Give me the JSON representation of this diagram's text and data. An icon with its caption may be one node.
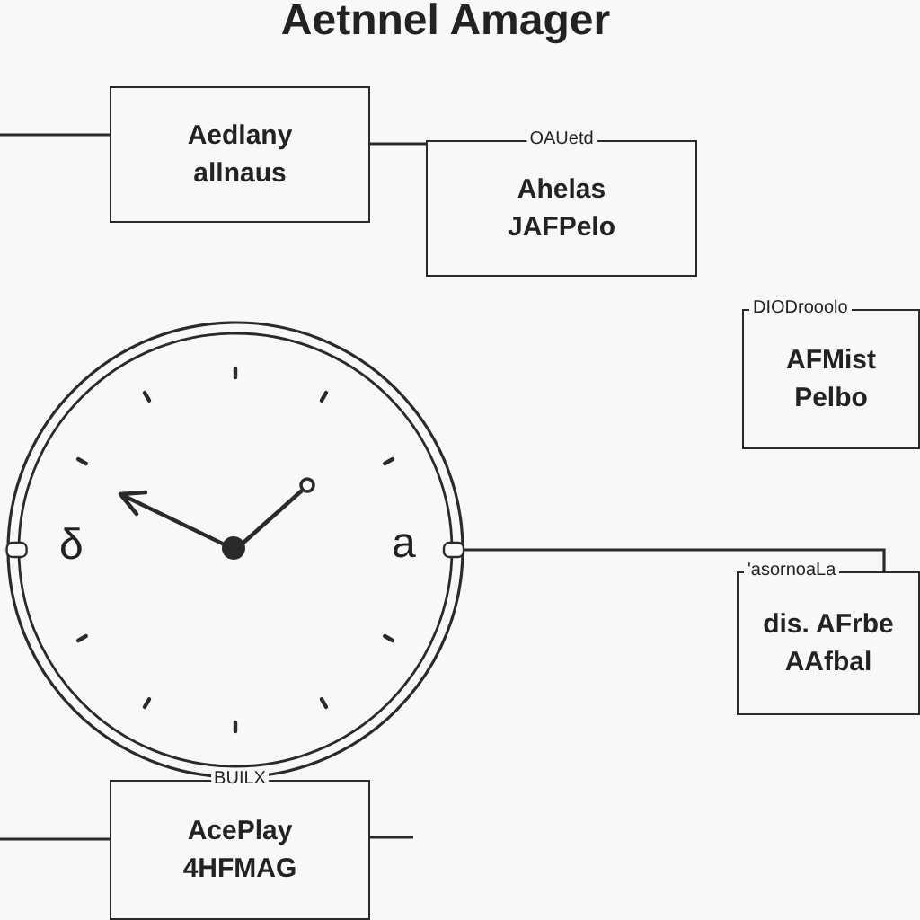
{
  "diagram": {
    "title": "Aetnnel Amager",
    "nodes": [
      {
        "text": [
          "Aedlany",
          "allnaus"
        ]
      },
      {
        "text": [
          "OAUetd",
          "Ahelas",
          "JAFPelo"
        ]
      },
      {
        "text": [
          "DIODrooolo",
          "AFMist",
          "Pelbo"
        ]
      },
      {
        "text": [],
        "shape": "picture"
      },
      {
        "text": [
          "'asornoaLa",
          "dis. AFrbe",
          "AAfbal"
        ]
      },
      {
        "text": [
          "BUILX",
          "AcePlay",
          "4HFMAG"
        ]
      }
    ],
    "edges": [
      {
        "from": null,
        "to": 0,
        "arrow": "none"
      },
      {
        "from": 0,
        "to": 1,
        "arrow": "none"
      },
      {
        "from": 3,
        "to": 4,
        "arrow": "none"
      },
      {
        "from": null,
        "to": 5,
        "arrow": "none"
      },
      {
        "from": 5,
        "to": null,
        "arrow": "none"
      }
    ],
    "labels": [
      "δ",
      "a"
    ]
  }
}
